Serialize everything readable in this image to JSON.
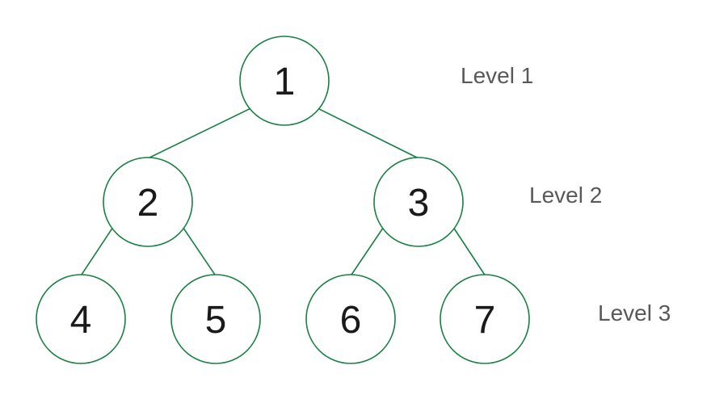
{
  "diagram": {
    "type": "binary-tree",
    "colors": {
      "edge": "#168142",
      "node_stroke": "#168142",
      "node_fill": "#ffffff",
      "node_text": "#1a1a1a",
      "label_text": "#595959",
      "background": "#ffffff"
    },
    "nodes": [
      {
        "value": "1",
        "level": 1,
        "children": [
          "2",
          "3"
        ]
      },
      {
        "value": "2",
        "level": 2,
        "children": [
          "4",
          "5"
        ]
      },
      {
        "value": "3",
        "level": 2,
        "children": [
          "6",
          "7"
        ]
      },
      {
        "value": "4",
        "level": 3,
        "children": []
      },
      {
        "value": "5",
        "level": 3,
        "children": []
      },
      {
        "value": "6",
        "level": 3,
        "children": []
      },
      {
        "value": "7",
        "level": 3,
        "children": []
      }
    ],
    "levels": [
      {
        "label": "Level 1"
      },
      {
        "label": "Level 2"
      },
      {
        "label": "Level 3"
      }
    ]
  }
}
